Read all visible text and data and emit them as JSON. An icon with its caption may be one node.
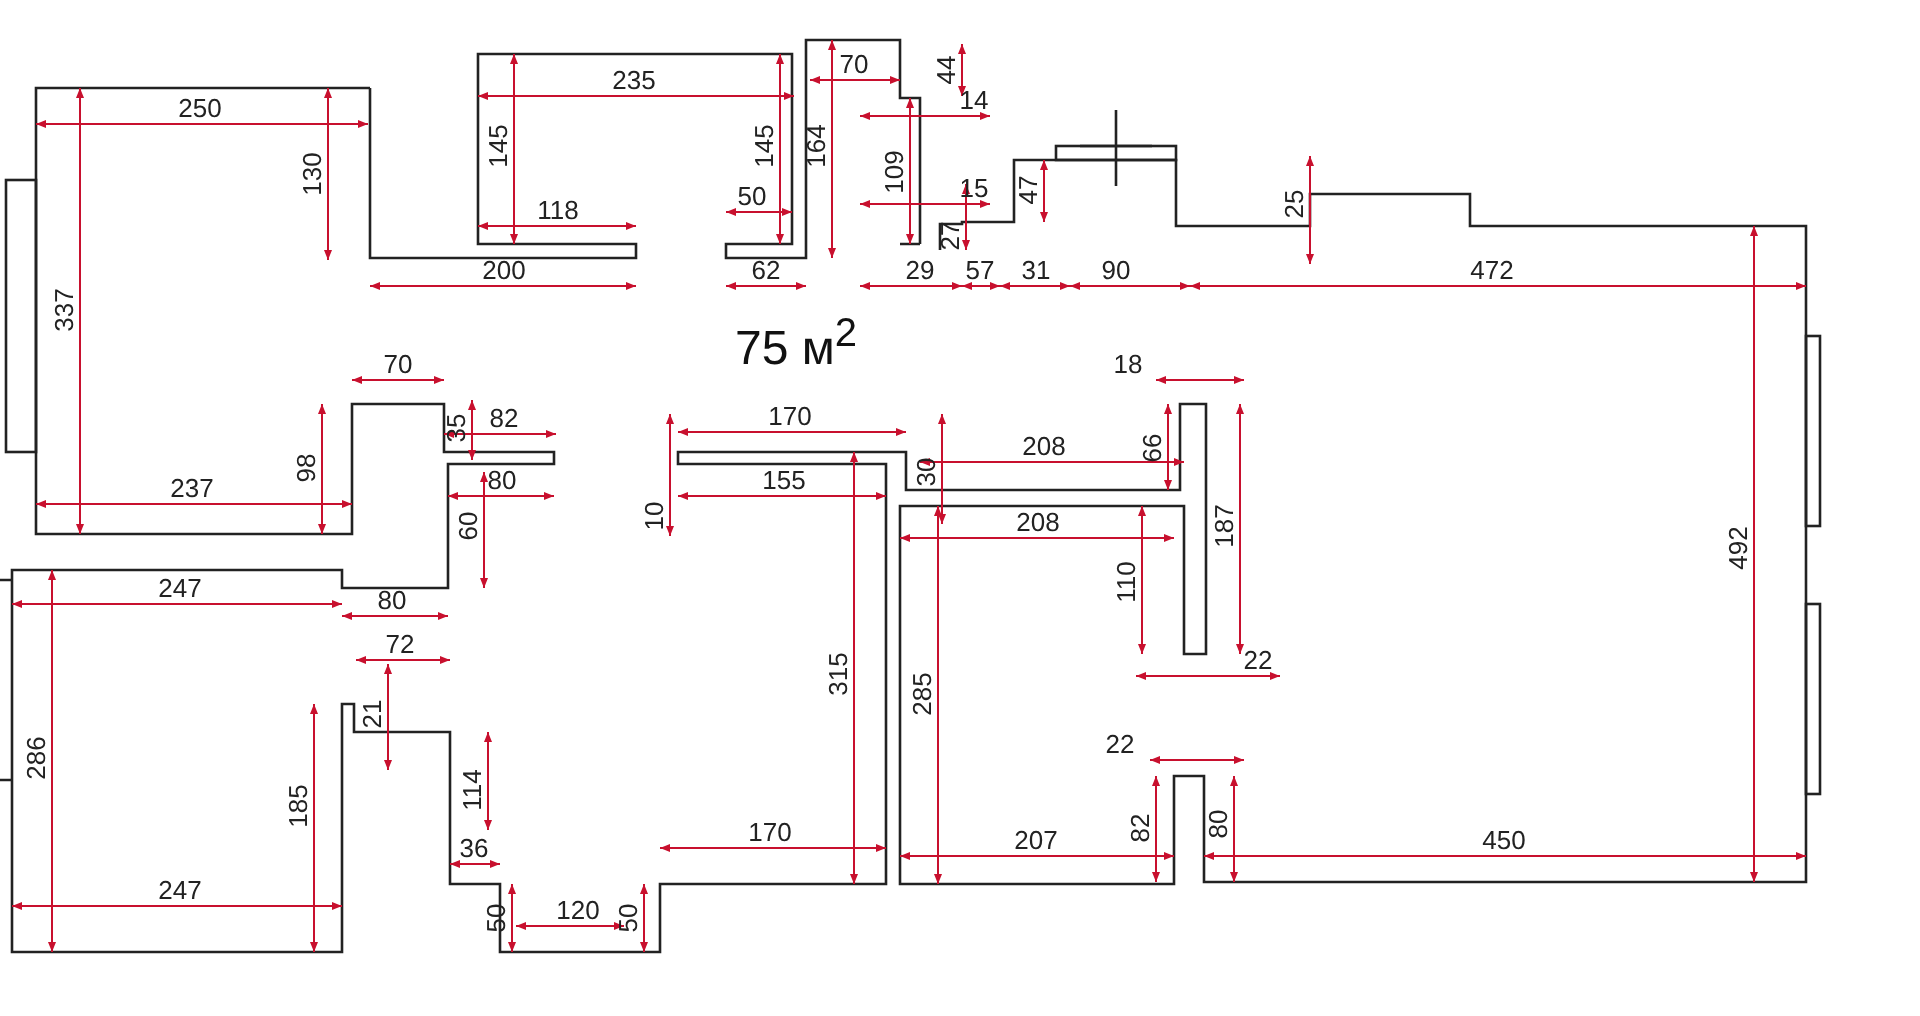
{
  "diagram": {
    "labels": [
      "235",
      "70",
      "44",
      "250",
      "14",
      "130",
      "145",
      "118",
      "145",
      "50",
      "164",
      "109",
      "15",
      "47",
      "25",
      "27",
      "200",
      "62",
      "29",
      "57",
      "31",
      "90",
      "472",
      "337",
      "75 м$^{2}$",
      "70",
      "18",
      "35",
      "82",
      "170",
      "208",
      "66",
      "98",
      "237",
      "80",
      "155",
      "30",
      "187",
      "60",
      "10",
      "208",
      "492",
      "110",
      "247",
      "80",
      "72",
      "22",
      "315",
      "285",
      "21",
      "286",
      "22",
      "185",
      "114",
      "170",
      "80",
      "207",
      "82",
      "450",
      "36",
      "247",
      "50",
      "120",
      "50"
    ]
  }
}
